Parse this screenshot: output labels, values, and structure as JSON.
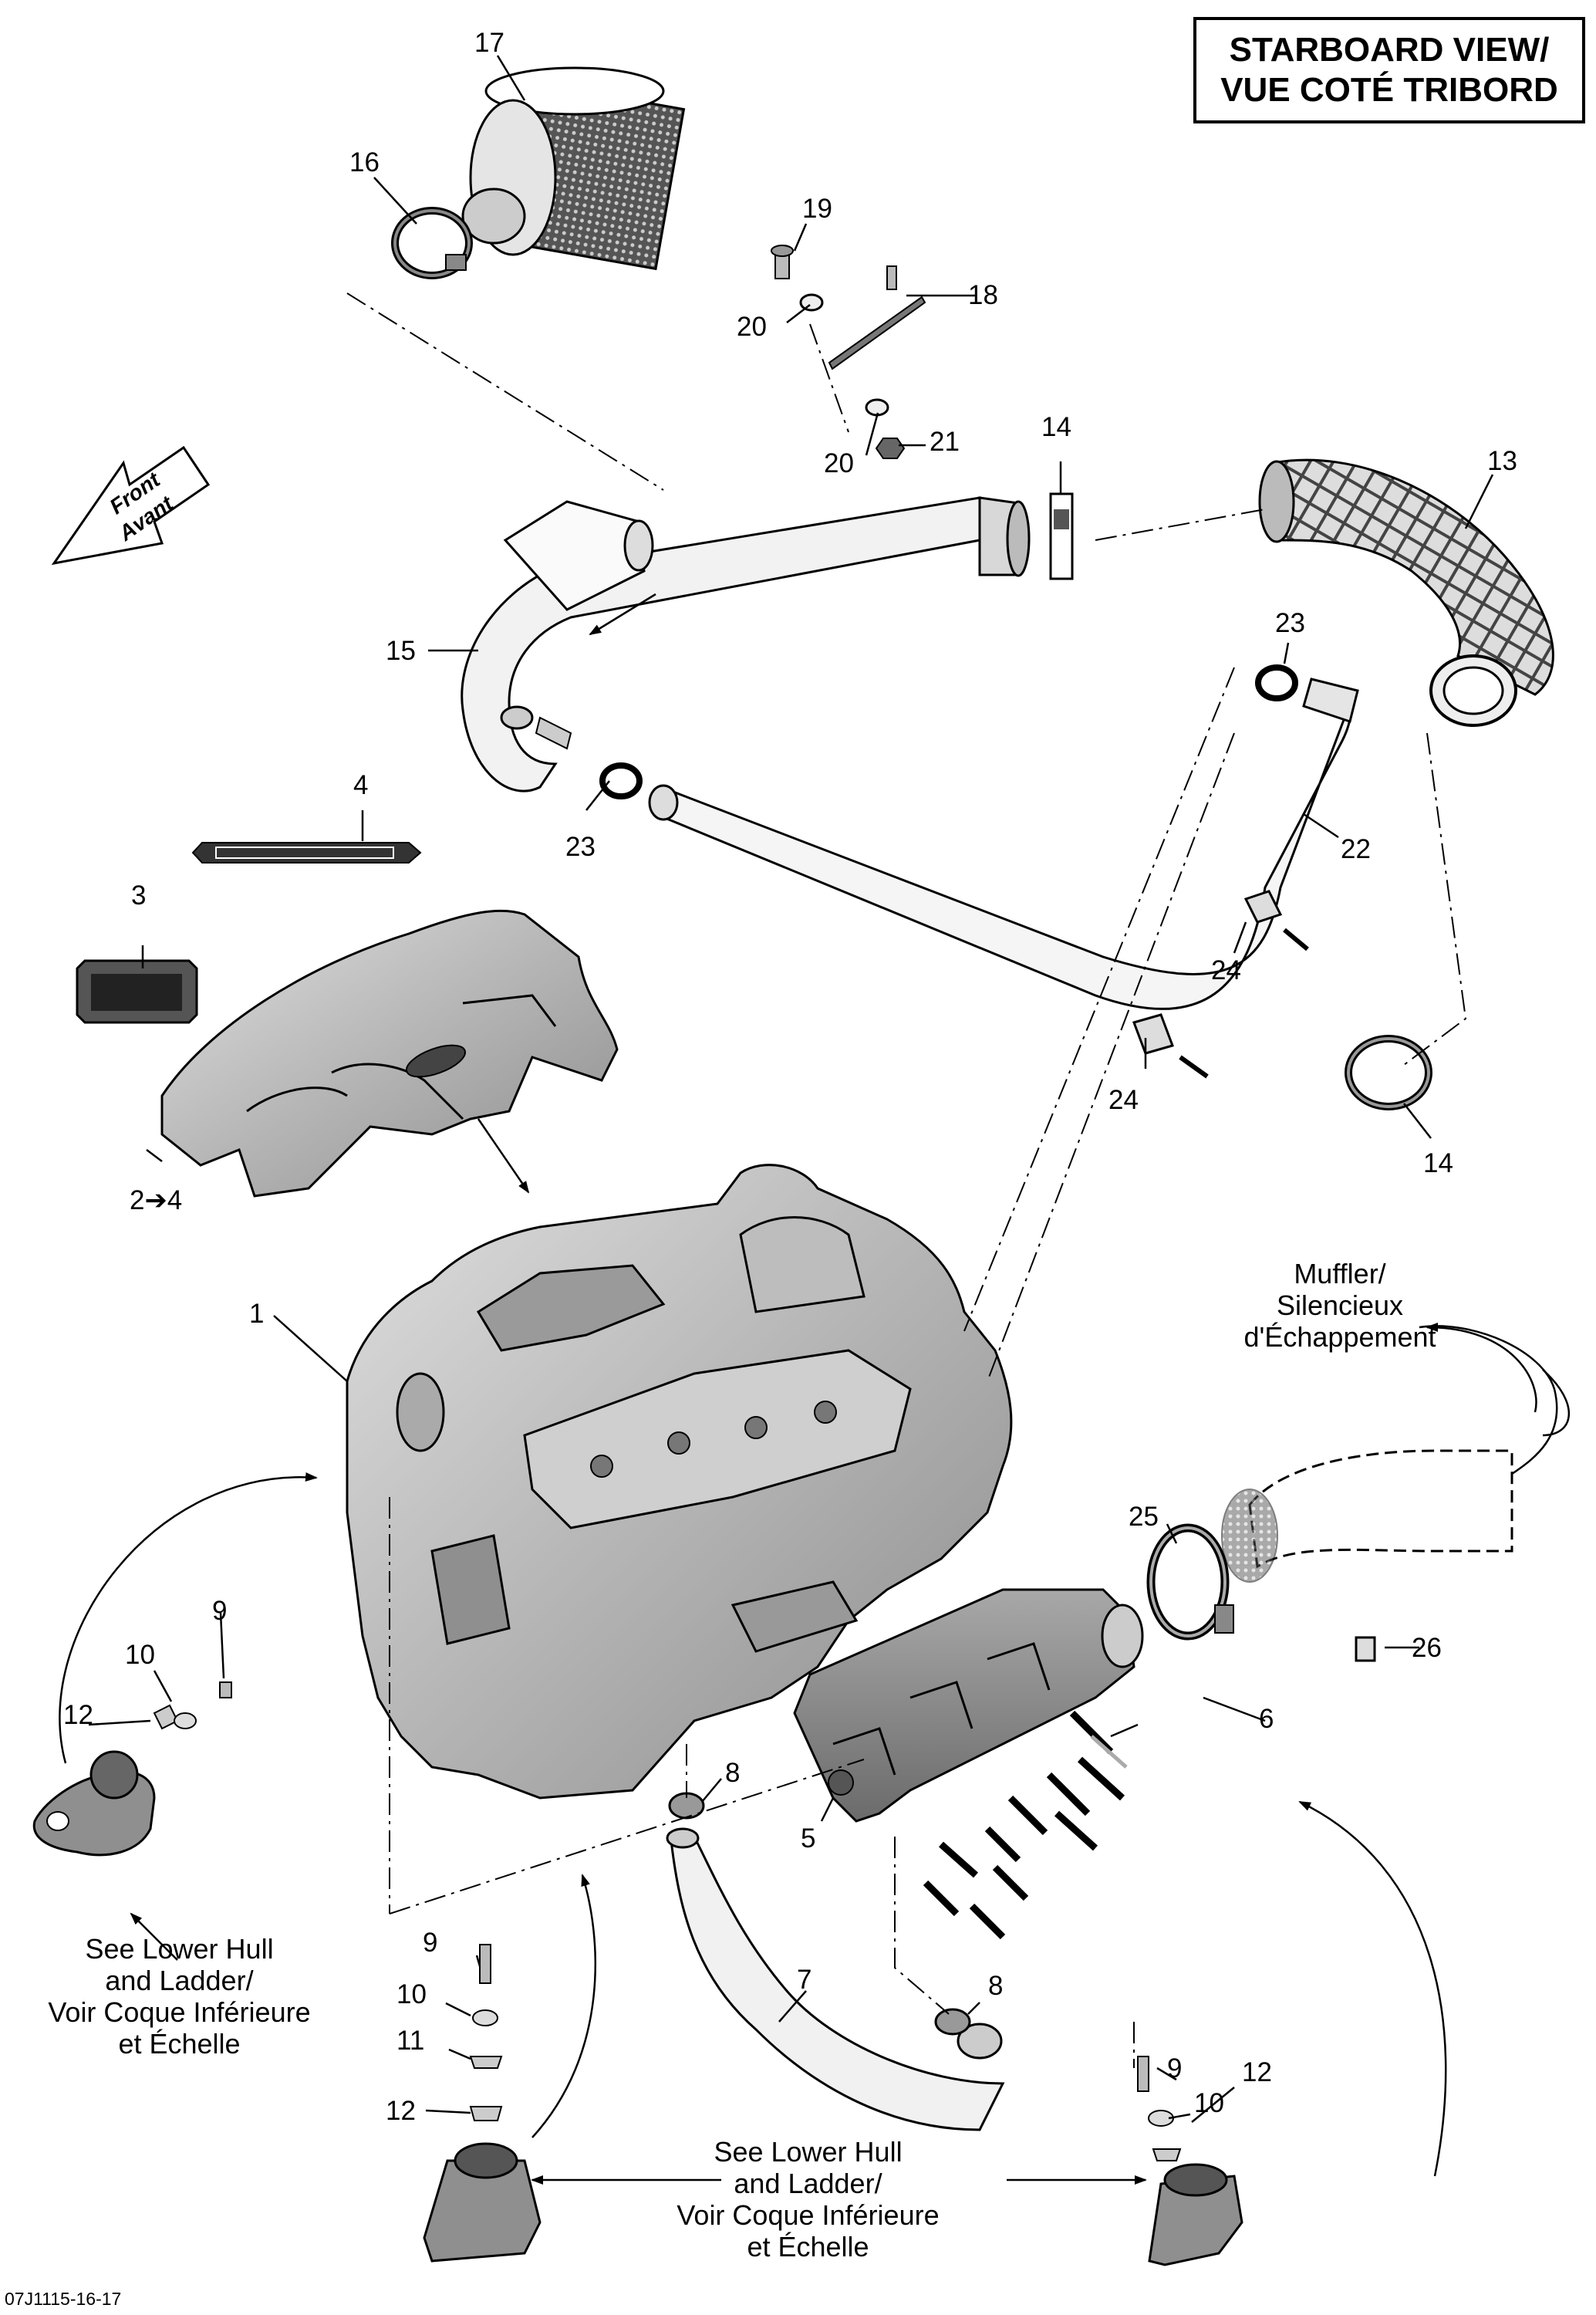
{
  "title": {
    "line1": "STARBOARD VIEW/",
    "line2": "VUE COTÉ TRIBORD"
  },
  "orientation_arrow": {
    "line1": "Front",
    "line2": "Avant"
  },
  "callouts": {
    "c1": "1",
    "c2_4": "2➔4",
    "c3": "3",
    "c4": "4",
    "c5": "5",
    "c6": "6",
    "c7": "7",
    "c8a": "8",
    "c8b": "8",
    "c9a": "9",
    "c9b": "9",
    "c9c": "9",
    "c10a": "10",
    "c10b": "10",
    "c10c": "10",
    "c11": "11",
    "c12a": "12",
    "c12b": "12",
    "c12c": "12",
    "c13": "13",
    "c14a": "14",
    "c14b": "14",
    "c15": "15",
    "c16": "16",
    "c17": "17",
    "c18": "18",
    "c19": "19",
    "c20a": "20",
    "c20b": "20",
    "c21": "21",
    "c22": "22",
    "c23a": "23",
    "c23b": "23",
    "c24a": "24",
    "c24b": "24",
    "c25": "25",
    "c26": "26"
  },
  "notes": {
    "muffler": [
      "Muffler/",
      "Silencieux",
      "d'Échappement"
    ],
    "lower_hull_left": [
      "See Lower Hull",
      "and Ladder/",
      "Voir Coque Inférieure",
      "et Échelle"
    ],
    "lower_hull_bottom": [
      "See Lower Hull",
      "and Ladder/",
      "Voir Coque Inférieure",
      "et Échelle"
    ]
  },
  "figure_code": "07J1115-16-17"
}
